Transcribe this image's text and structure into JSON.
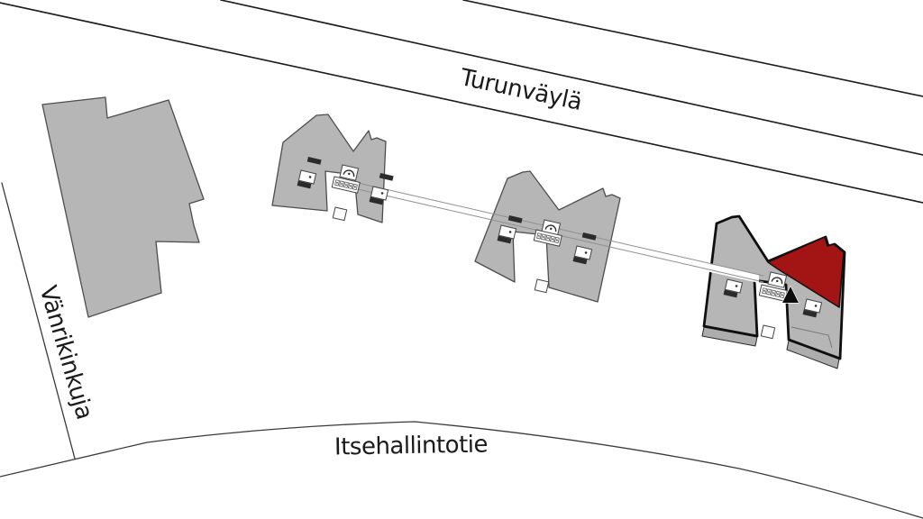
{
  "map": {
    "type": "site-plan",
    "background": "#ffffff",
    "roads": {
      "top": "Turunväylä",
      "left": "Vänrikinkuja",
      "bottom": "Itsehallintotie"
    },
    "colors": {
      "building_fill": "#b6b6b6",
      "building_outline": "#4d4d4d",
      "highlighted_building_outline": "#0f0f0f",
      "highlighted_apartment": "#a31515",
      "road_line": "#1a1a1a",
      "marker": "#0c0c0c"
    },
    "marker": {
      "shape": "triangle-up",
      "meaning": "selected-apartment-location"
    }
  }
}
